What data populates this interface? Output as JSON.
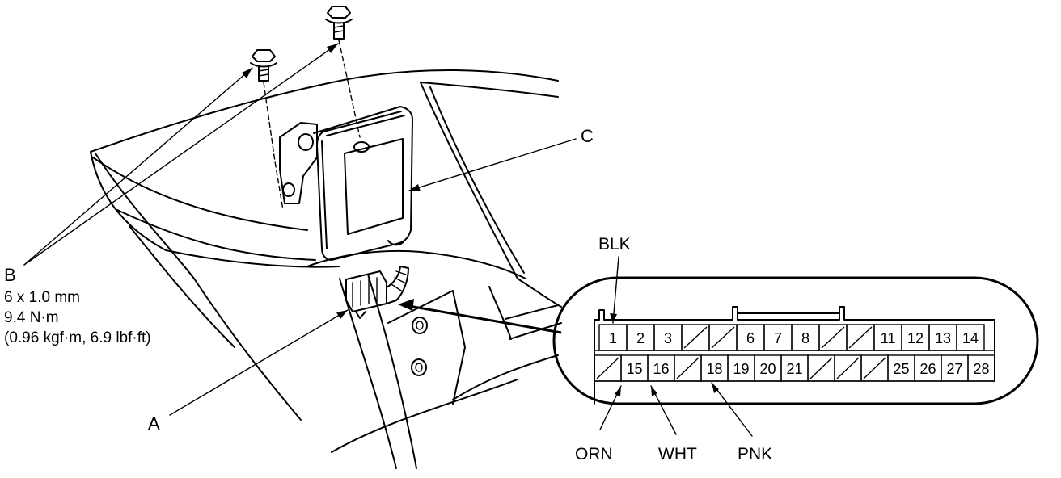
{
  "labels": {
    "a": "A",
    "b": "B",
    "c": "C",
    "spec_line1": "6 x 1.0 mm",
    "spec_line2": "9.4 N·m",
    "spec_line3": "(0.96 kgf·m, 6.9 lbf·ft)"
  },
  "connector": {
    "top_row": [
      "1",
      "2",
      "3",
      "",
      "",
      "6",
      "7",
      "8",
      "",
      "",
      "11",
      "12",
      "13",
      "14"
    ],
    "bottom_row": [
      "",
      "15",
      "16",
      "",
      "18",
      "19",
      "20",
      "21",
      "",
      "",
      "",
      "25",
      "26",
      "27",
      "28"
    ],
    "wires": [
      {
        "pin": "1",
        "color": "BLK"
      },
      {
        "pin": "15",
        "color": "ORN"
      },
      {
        "pin": "16",
        "color": "WHT"
      },
      {
        "pin": "18",
        "color": "PNK"
      }
    ]
  }
}
